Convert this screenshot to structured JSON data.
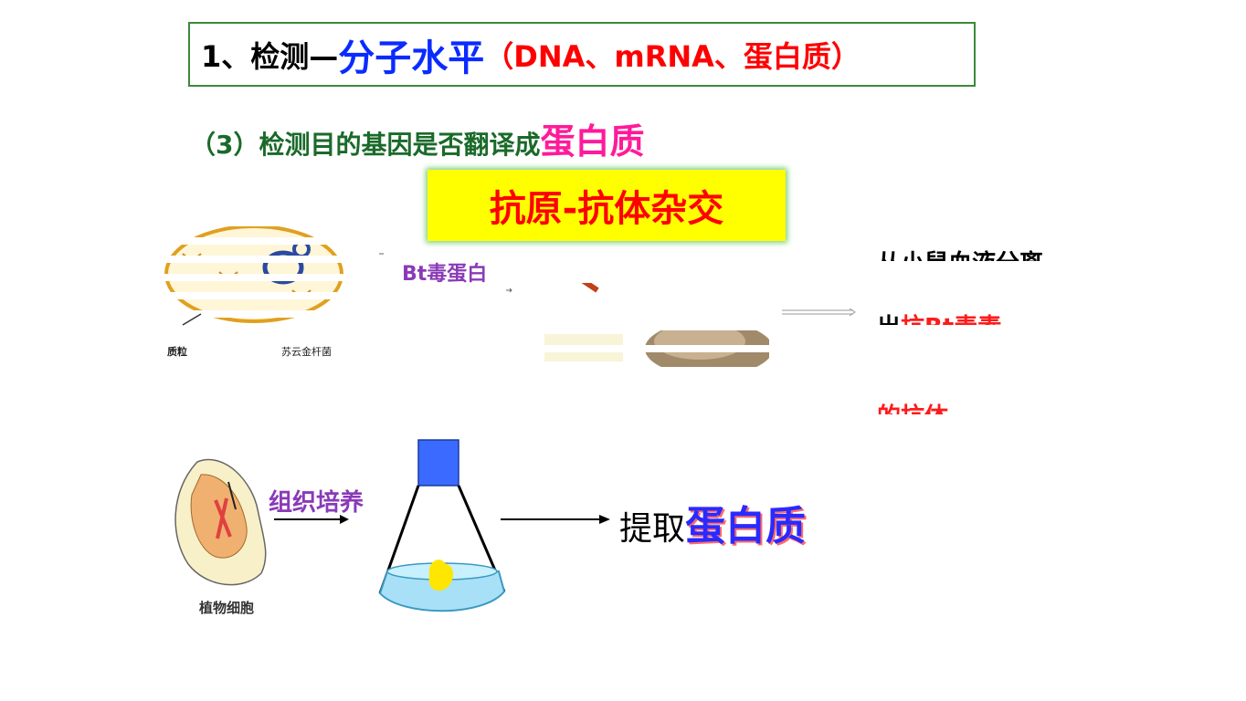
{
  "title": {
    "prefix": "1、检测—",
    "highlight": "分子水平",
    "suffix": "（DNA、mRNA、蛋白质）"
  },
  "subtitle": {
    "prefix": "（3）检测目的基因是否翻译成",
    "highlight": "蛋白质"
  },
  "method": {
    "label": "抗原-抗体杂交"
  },
  "diagram_top": {
    "left_image_label_1": "质粒",
    "left_image_label_2": "苏云金杆菌",
    "left_text": "Bt毒蛋白",
    "right_text_line_1": "从小鼠血液分离",
    "right_text_line_2_prefix": "出",
    "right_text_line_2_red": "抗Bt毒素",
    "right_text_line_3": "的抗体"
  },
  "diagram_bottom": {
    "plant_label": "植物细胞",
    "culture_label": "组织培养",
    "extract_prefix": "提取",
    "extract_highlight": "蛋白质"
  },
  "colors": {
    "title_border": "#3a8a3a",
    "blue_highlight": "#0a2bff",
    "red_text": "#ff0000",
    "green_text": "#1a6a2a",
    "pink_highlight": "#ff1a9a",
    "method_bg": "#ffff00",
    "purple_text": "#8a3ab8"
  }
}
